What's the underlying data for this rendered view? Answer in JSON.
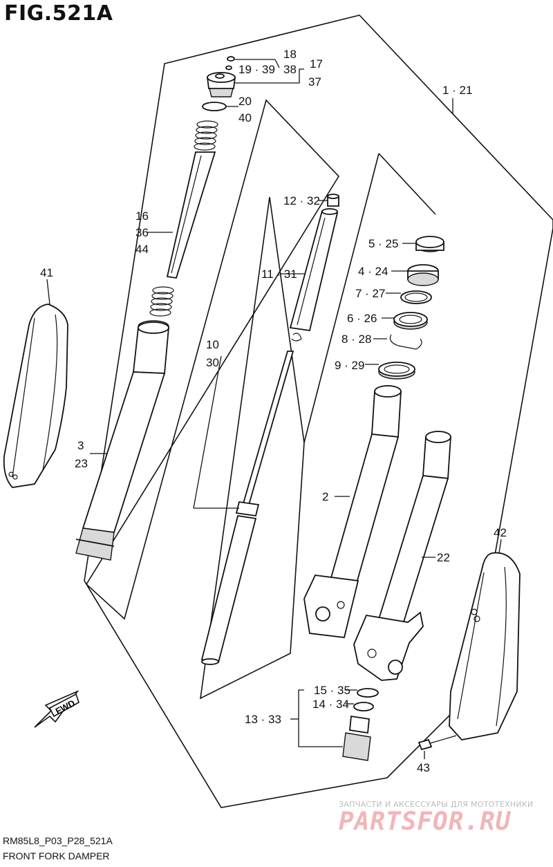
{
  "figure": {
    "title": "FIG.521A"
  },
  "labels": {
    "p18": "18",
    "p38": "38",
    "p17": "17",
    "p37": "37",
    "p19_39": "19 · 39",
    "p1_21": "1 · 21",
    "p20": "20",
    "p40": "40",
    "p12_32": "12 · 32",
    "p16": "16",
    "p36": "36",
    "p44": "44",
    "p5_25": "5 · 25",
    "p4_24": "4 · 24",
    "p41": "41",
    "p11_31": "11 · 31",
    "p7_27": "7 · 27",
    "p6_26": "6 · 26",
    "p8_28": "8 · 28",
    "p10": "10",
    "p30": "30",
    "p9_29": "9 · 29",
    "p3": "3",
    "p23": "23",
    "p2": "2",
    "p42": "42",
    "p22": "22",
    "p15_35": "15 · 35",
    "p14_34": "14 · 34",
    "p13_33": "13 · 33",
    "p43": "43"
  },
  "fwd": "FWD",
  "footer": {
    "code": "RM85L8_P03_P28_521A",
    "name": "FRONT FORK DAMPER"
  },
  "watermark": {
    "tagline": "ЗАПЧАСТИ И АКСЕССУАРЫ ДЛЯ МОТОТЕХНИКИ",
    "brand": "PARTSFOR.RU"
  }
}
